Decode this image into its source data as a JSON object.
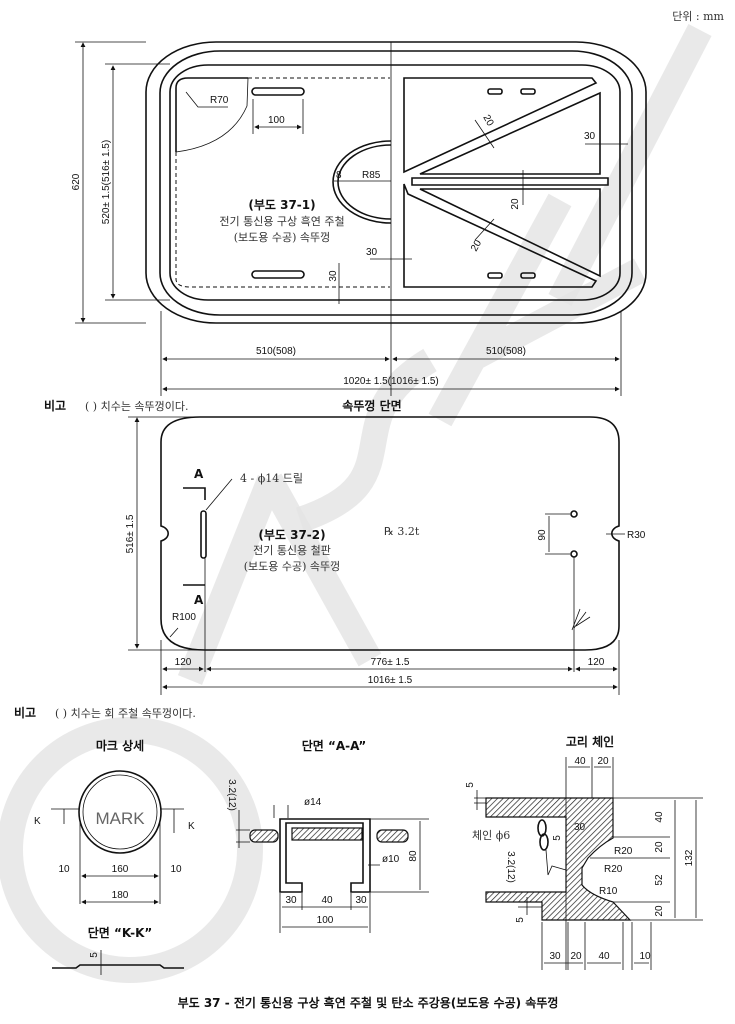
{
  "unit_label": "단위 : mm",
  "fig1": {
    "title": "(부도 37-1)",
    "desc_line1": "전기 통신용 구상 흑연 주철",
    "desc_line2": "(보도용 수공) 속뚜껑",
    "dims": {
      "r70": "R70",
      "w100": "100",
      "h620": "620",
      "h520": "520± 1.5(516± 1.5)",
      "d8": "8",
      "r85": "R85",
      "d30a": "30",
      "d30b": "30",
      "d30c": "30",
      "d20a": "20",
      "d20b": "20",
      "d20c": "20",
      "half_left": "510(508)",
      "half_right": "510(508)",
      "total": "1020± 1.5(1016± 1.5)"
    },
    "note_label": "비고",
    "note_text": "( ) 치수는 속뚜껑이다."
  },
  "fig2": {
    "section_title": "속뚜껑 단면",
    "title": "(부도 37-2)",
    "desc_line1": "전기 통신용 철판",
    "desc_line2": "(보도용 수공) 속뚜껑",
    "drill": "4 - ϕ14 드릴",
    "plate": "℞ 3.2t",
    "section_mark": "A",
    "dims": {
      "h516": "516± 1.5",
      "d90": "90",
      "r30": "R30",
      "r100": "R100",
      "left120": "120",
      "mid776": "776± 1.5",
      "right120": "120",
      "total": "1016± 1.5"
    },
    "note_label": "비고",
    "note_text": "( ) 치수는 회 주철 속뚜껑이다."
  },
  "mark_detail": {
    "title": "마크 상세",
    "mark": "MARK",
    "k": "K",
    "dims": {
      "d10a": "10",
      "d160": "160",
      "d10b": "10",
      "d180": "180"
    },
    "kk_title": "단면 “K-K”",
    "kk_dim": "5"
  },
  "section_aa": {
    "title": "단면 “A-A”",
    "dims": {
      "t": "3.2(12)",
      "d14": "ø14",
      "d10": "ø10",
      "h80": "80",
      "a30": "30",
      "b40": "40",
      "c30": "30",
      "w100": "100"
    }
  },
  "ring_chain": {
    "title": "고리 체인",
    "chain": "체인 ϕ6",
    "dims": {
      "t40": "40",
      "t20": "20",
      "d5a": "5",
      "d5b": "5",
      "d5c": "5",
      "t": "3.2(12)",
      "r20a": "R20",
      "r20b": "R20",
      "r10": "R10",
      "v40": "40",
      "v20a": "20",
      "v52": "52",
      "v20b": "20",
      "v132": "132",
      "b30": "30",
      "b20": "20",
      "b40": "40",
      "b10": "10",
      "ang": "30"
    }
  },
  "caption": "부도 37 - 전기 통신용 구상 흑연 주철 및 탄소 주강용(보도용 수공) 속뚜껑"
}
